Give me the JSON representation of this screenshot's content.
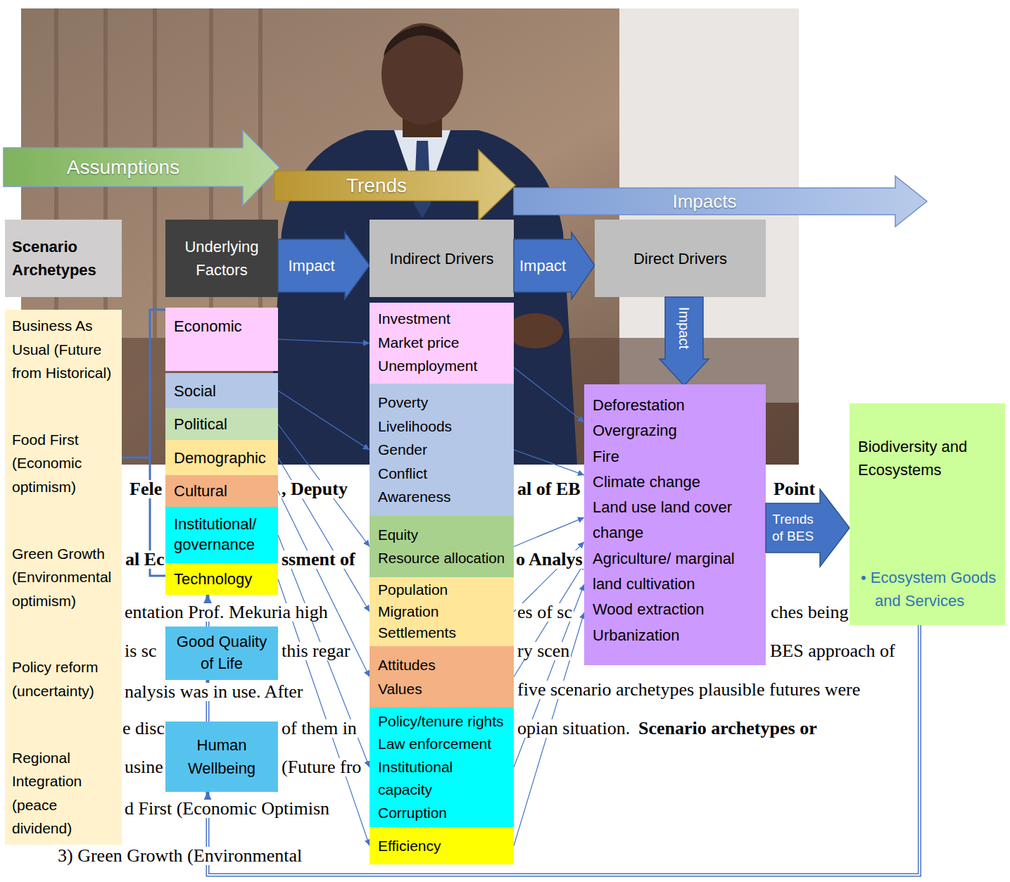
{
  "diagram": {
    "nodes": [
      {
        "text": [
          "Assumptions"
        ]
      },
      {
        "text": [
          "Trends"
        ]
      },
      {
        "text": [
          "Impacts"
        ]
      },
      {
        "text": [
          "Scenario Archetypes"
        ]
      },
      {
        "text": [
          "Underlying Factors"
        ]
      },
      {
        "text": [
          "Impact"
        ]
      },
      {
        "text": [
          "Indirect Drivers"
        ]
      },
      {
        "text": [
          "Impact"
        ]
      },
      {
        "text": [
          "Direct Drivers"
        ]
      },
      {
        "text": [
          "Impact"
        ]
      },
      {
        "text": [
          "Business As Usual (Future from Historical)",
          "Food First (Economic optimism)",
          "Green Growth (Environmental optimism)",
          "Policy reform (uncertainty)",
          "Regional Integration (peace dividend)"
        ]
      },
      {
        "text": [
          "Economic"
        ]
      },
      {
        "text": [
          "Social"
        ]
      },
      {
        "text": [
          "Political"
        ]
      },
      {
        "text": [
          "Demographic"
        ]
      },
      {
        "text": [
          "Cultural"
        ]
      },
      {
        "text": [
          "Institutional/ governance"
        ]
      },
      {
        "text": [
          "Technology"
        ]
      },
      {
        "text": [
          "Investment",
          "Market price",
          "Unemployment"
        ]
      },
      {
        "text": [
          "Poverty",
          "Livelihoods",
          "Gender",
          "Conflict",
          "Awareness"
        ]
      },
      {
        "text": [
          "Equity",
          "Resource allocation"
        ]
      },
      {
        "text": [
          "Population",
          "Migration",
          "Settlements"
        ]
      },
      {
        "text": [
          "Attitudes",
          "Values"
        ]
      },
      {
        "text": [
          "Policy/tenure rights",
          "Law enforcement",
          "Institutional capacity",
          "Corruption"
        ]
      },
      {
        "text": [
          "Efficiency"
        ]
      },
      {
        "text": [
          "Deforestation",
          "Overgrazing",
          "Fire",
          "Climate change",
          "Land use land cover change",
          "Agriculture/ marginal land cultivation",
          "Wood extraction",
          "Urbanization"
        ]
      },
      {
        "text": [
          "Trends of BES"
        ]
      },
      {
        "text": [
          "Biodiversity and Ecosystems",
          "• Ecosystem Goods and Services"
        ]
      },
      {
        "text": [
          "Good Quality of Life"
        ]
      },
      {
        "text": [
          "Human Wellbeing"
        ]
      }
    ],
    "edges": [
      {
        "from": 11,
        "to": 18,
        "arrow": "to"
      },
      {
        "from": 12,
        "to": 19,
        "arrow": "to"
      },
      {
        "from": 13,
        "to": 20,
        "arrow": "to"
      },
      {
        "from": 14,
        "to": 21,
        "arrow": "to"
      },
      {
        "from": 15,
        "to": 22,
        "arrow": "to"
      },
      {
        "from": 16,
        "to": 23,
        "arrow": "to"
      },
      {
        "from": 17,
        "to": 24,
        "arrow": "to"
      },
      {
        "from": 18,
        "to": 25,
        "arrow": "to"
      },
      {
        "from": 19,
        "to": 25,
        "arrow": "to"
      },
      {
        "from": 20,
        "to": 25,
        "arrow": "to"
      },
      {
        "from": 21,
        "to": 25,
        "arrow": "to"
      },
      {
        "from": 22,
        "to": 25,
        "arrow": "to"
      },
      {
        "from": 23,
        "to": 25,
        "arrow": "to"
      },
      {
        "from": 24,
        "to": 25,
        "arrow": "to"
      },
      {
        "from": 27,
        "to": 29,
        "arrow": "to"
      },
      {
        "from": 29,
        "to": 28,
        "arrow": "to"
      },
      {
        "from": 28,
        "to": 17,
        "arrow": "to"
      }
    ],
    "labels": [
      "Fele",
      ", Deputy",
      "al of EB",
      "Point",
      "al Ec",
      "ssment of",
      "o Analys",
      "entation Prof. Mekuria high",
      "es of sc",
      "ches being",
      "is sc",
      "this regar",
      "ry scen",
      "BES approach of",
      "nalysis was in use. After",
      "five scenario archetypes plausible futures were",
      "e disc",
      "of them in",
      "opian situation.",
      "Scenario archetypes or",
      "usine",
      "(Future fro",
      "d First (Economic Optimisn",
      "3) Green Growth (Environmental"
    ]
  }
}
